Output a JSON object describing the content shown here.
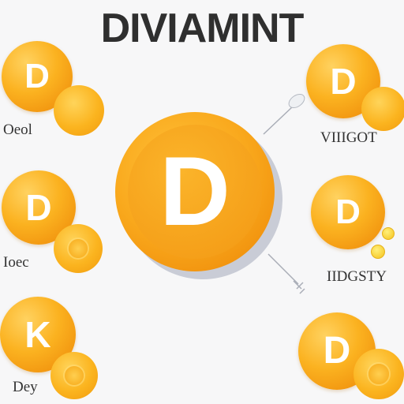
{
  "title": "DIVIAMINT",
  "center": {
    "letter": "D"
  },
  "nodes": [
    {
      "letter": "D",
      "label": "Oeol"
    },
    {
      "letter": "D",
      "label": "Ioec"
    },
    {
      "letter": "K",
      "label": "Dey"
    },
    {
      "letter": "D",
      "label": "VIIIGOT"
    },
    {
      "letter": "D",
      "label": "IIDGSTY"
    },
    {
      "letter": "D",
      "label": ""
    }
  ],
  "colors": {
    "orange": "#f9a81c",
    "text": "#2f2f2f",
    "background": "#f7f7f8"
  }
}
